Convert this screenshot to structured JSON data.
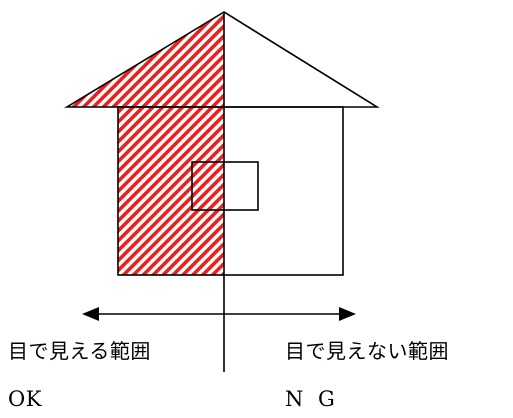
{
  "labels": {
    "visible_range": "目で見える範囲",
    "invisible_range": "目で見えない範囲",
    "ok": "OK",
    "ng": "N G"
  },
  "colors": {
    "hatch": "#e8201e",
    "line": "#000000",
    "background": "#ffffff"
  }
}
